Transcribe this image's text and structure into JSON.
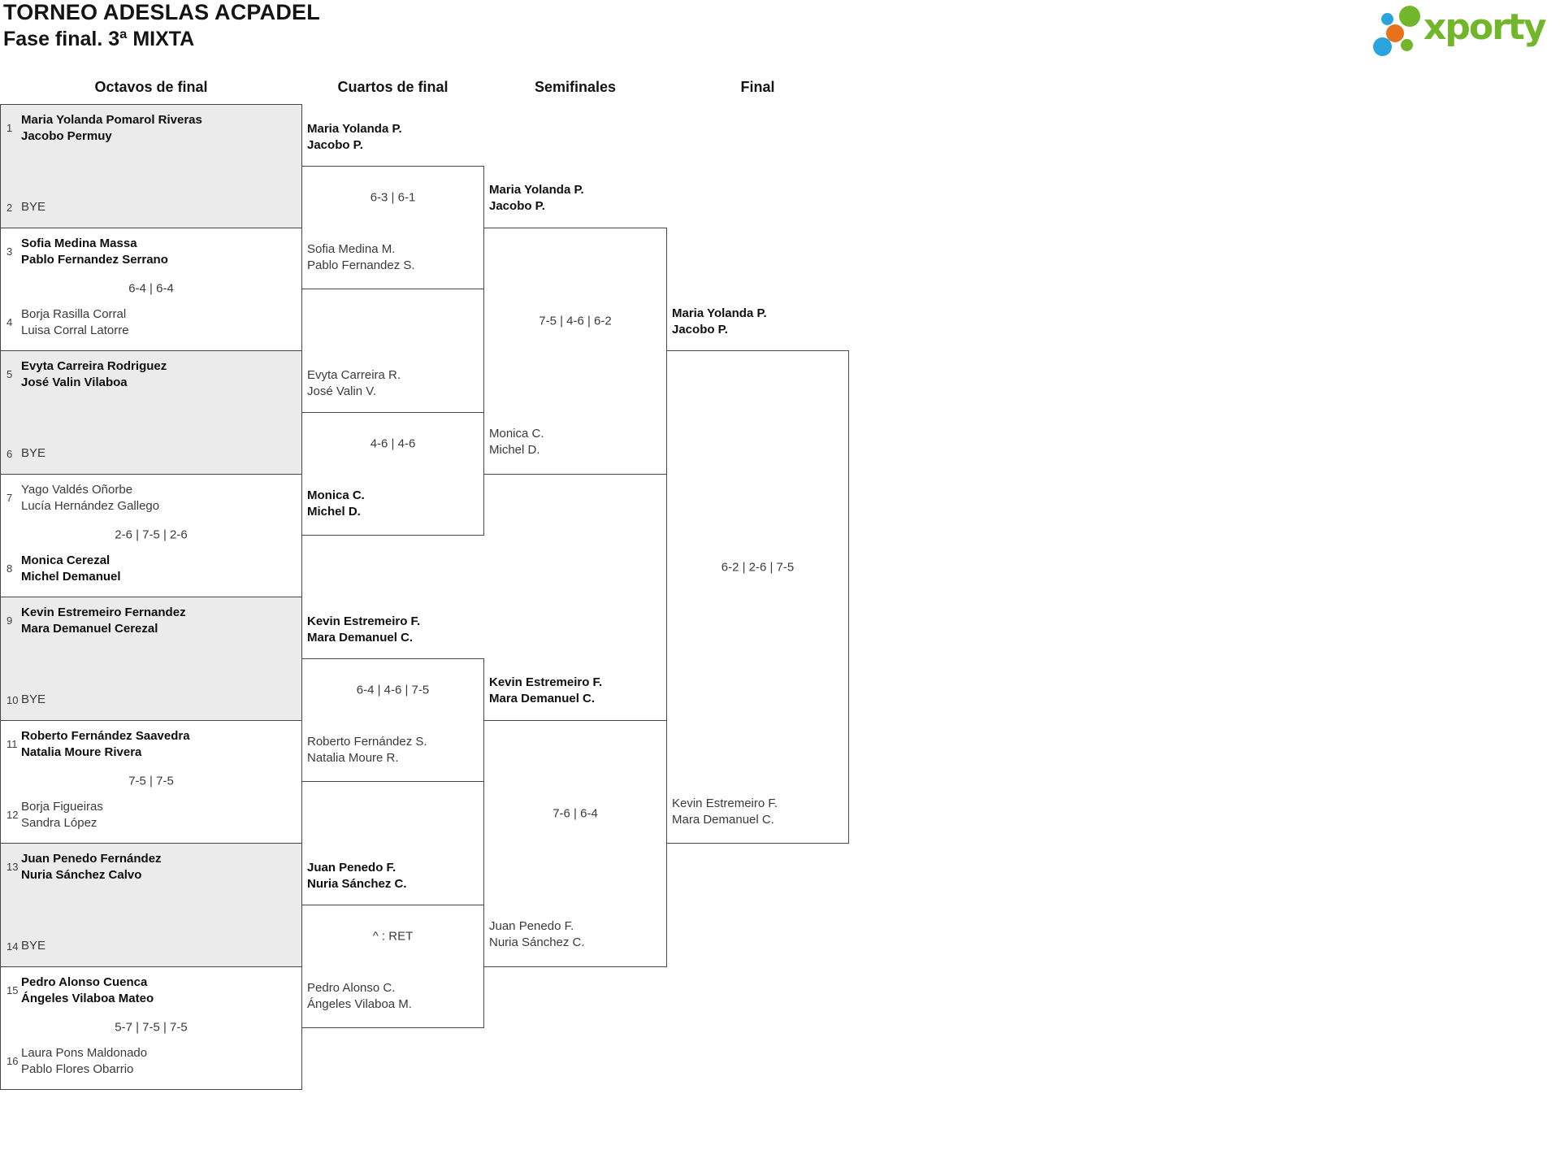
{
  "header": {
    "title": "TORNEO ADESLAS ACPADEL",
    "subtitle": "Fase final. 3ª MIXTA",
    "logo_text": "xporty",
    "logo_colors": {
      "green": "#72b62c",
      "blue": "#2aa4dc",
      "orange": "#e8721c"
    }
  },
  "columns": [
    "Octavos de final",
    "Cuartos de final",
    "Semifinales",
    "Final"
  ],
  "bracket": {
    "round_of_16": [
      {
        "bye": true,
        "score": "",
        "top": {
          "seed": "1",
          "names": [
            "Maria Yolanda Pomarol Riveras",
            "Jacobo Permuy"
          ],
          "bold": true
        },
        "bottom": {
          "seed": "2",
          "names": [
            "BYE"
          ],
          "bold": false
        }
      },
      {
        "bye": false,
        "score": "6-4 | 6-4",
        "top": {
          "seed": "3",
          "names": [
            "Sofia Medina Massa",
            "Pablo Fernandez Serrano"
          ],
          "bold": true
        },
        "bottom": {
          "seed": "4",
          "names": [
            "Borja Rasilla Corral",
            "Luisa Corral Latorre"
          ],
          "bold": false
        }
      },
      {
        "bye": true,
        "score": "",
        "top": {
          "seed": "5",
          "names": [
            "Evyta Carreira Rodriguez",
            "José Valin Vilaboa"
          ],
          "bold": true
        },
        "bottom": {
          "seed": "6",
          "names": [
            "BYE"
          ],
          "bold": false
        }
      },
      {
        "bye": false,
        "score": "2-6 | 7-5 | 2-6",
        "top": {
          "seed": "7",
          "names": [
            "Yago Valdés Oñorbe",
            "Lucía Hernández Gallego"
          ],
          "bold": false
        },
        "bottom": {
          "seed": "8",
          "names": [
            "Monica Cerezal",
            "Michel Demanuel"
          ],
          "bold": true
        }
      },
      {
        "bye": true,
        "score": "",
        "top": {
          "seed": "9",
          "names": [
            "Kevin Estremeiro Fernandez",
            "Mara Demanuel Cerezal"
          ],
          "bold": true
        },
        "bottom": {
          "seed": "10",
          "names": [
            "BYE"
          ],
          "bold": false
        }
      },
      {
        "bye": false,
        "score": "7-5 | 7-5",
        "top": {
          "seed": "11",
          "names": [
            "Roberto Fernández Saavedra",
            "Natalia Moure Rivera"
          ],
          "bold": true
        },
        "bottom": {
          "seed": "12",
          "names": [
            "Borja Figueiras",
            "Sandra López"
          ],
          "bold": false
        }
      },
      {
        "bye": true,
        "score": "",
        "top": {
          "seed": "13",
          "names": [
            "Juan Penedo Fernández",
            "Nuria Sánchez Calvo"
          ],
          "bold": true
        },
        "bottom": {
          "seed": "14",
          "names": [
            "BYE"
          ],
          "bold": false
        }
      },
      {
        "bye": false,
        "score": "5-7 | 7-5 | 7-5",
        "top": {
          "seed": "15",
          "names": [
            "Pedro Alonso Cuenca",
            "Ángeles Vilaboa Mateo"
          ],
          "bold": true
        },
        "bottom": {
          "seed": "16",
          "names": [
            "Laura Pons Maldonado",
            "Pablo Flores Obarrio"
          ],
          "bold": false
        }
      }
    ],
    "quarterfinals": [
      {
        "score": "6-3 | 6-1",
        "top": {
          "names": [
            "Maria Yolanda P.",
            "Jacobo P."
          ],
          "bold": true
        },
        "bottom": {
          "names": [
            "Sofia Medina M.",
            "Pablo Fernandez S."
          ],
          "bold": false
        }
      },
      {
        "score": "4-6 | 4-6",
        "top": {
          "names": [
            "Evyta Carreira R.",
            "José Valin V."
          ],
          "bold": false
        },
        "bottom": {
          "names": [
            "Monica C.",
            "Michel D."
          ],
          "bold": true
        }
      },
      {
        "score": "6-4 | 4-6 | 7-5",
        "top": {
          "names": [
            "Kevin Estremeiro F.",
            "Mara Demanuel C."
          ],
          "bold": true
        },
        "bottom": {
          "names": [
            "Roberto Fernández S.",
            "Natalia Moure R."
          ],
          "bold": false
        }
      },
      {
        "score": "^ : RET",
        "top": {
          "names": [
            "Juan Penedo F.",
            "Nuria Sánchez C."
          ],
          "bold": true
        },
        "bottom": {
          "names": [
            "Pedro Alonso C.",
            "Ángeles Vilaboa M."
          ],
          "bold": false
        }
      }
    ],
    "semifinals": [
      {
        "score": "7-5 | 4-6 | 6-2",
        "top": {
          "names": [
            "Maria Yolanda P.",
            "Jacobo P."
          ],
          "bold": true
        },
        "bottom": {
          "names": [
            "Monica C.",
            "Michel D."
          ],
          "bold": false
        }
      },
      {
        "score": "7-6 | 6-4",
        "top": {
          "names": [
            "Kevin Estremeiro F.",
            "Mara Demanuel C."
          ],
          "bold": true
        },
        "bottom": {
          "names": [
            "Juan Penedo F.",
            "Nuria Sánchez C."
          ],
          "bold": false
        }
      }
    ],
    "final": [
      {
        "score": "6-2 | 2-6 | 7-5",
        "top": {
          "names": [
            "Maria Yolanda P.",
            "Jacobo P."
          ],
          "bold": true
        },
        "bottom": {
          "names": [
            "Kevin Estremeiro F.",
            "Mara Demanuel C."
          ],
          "bold": false
        }
      }
    ]
  }
}
